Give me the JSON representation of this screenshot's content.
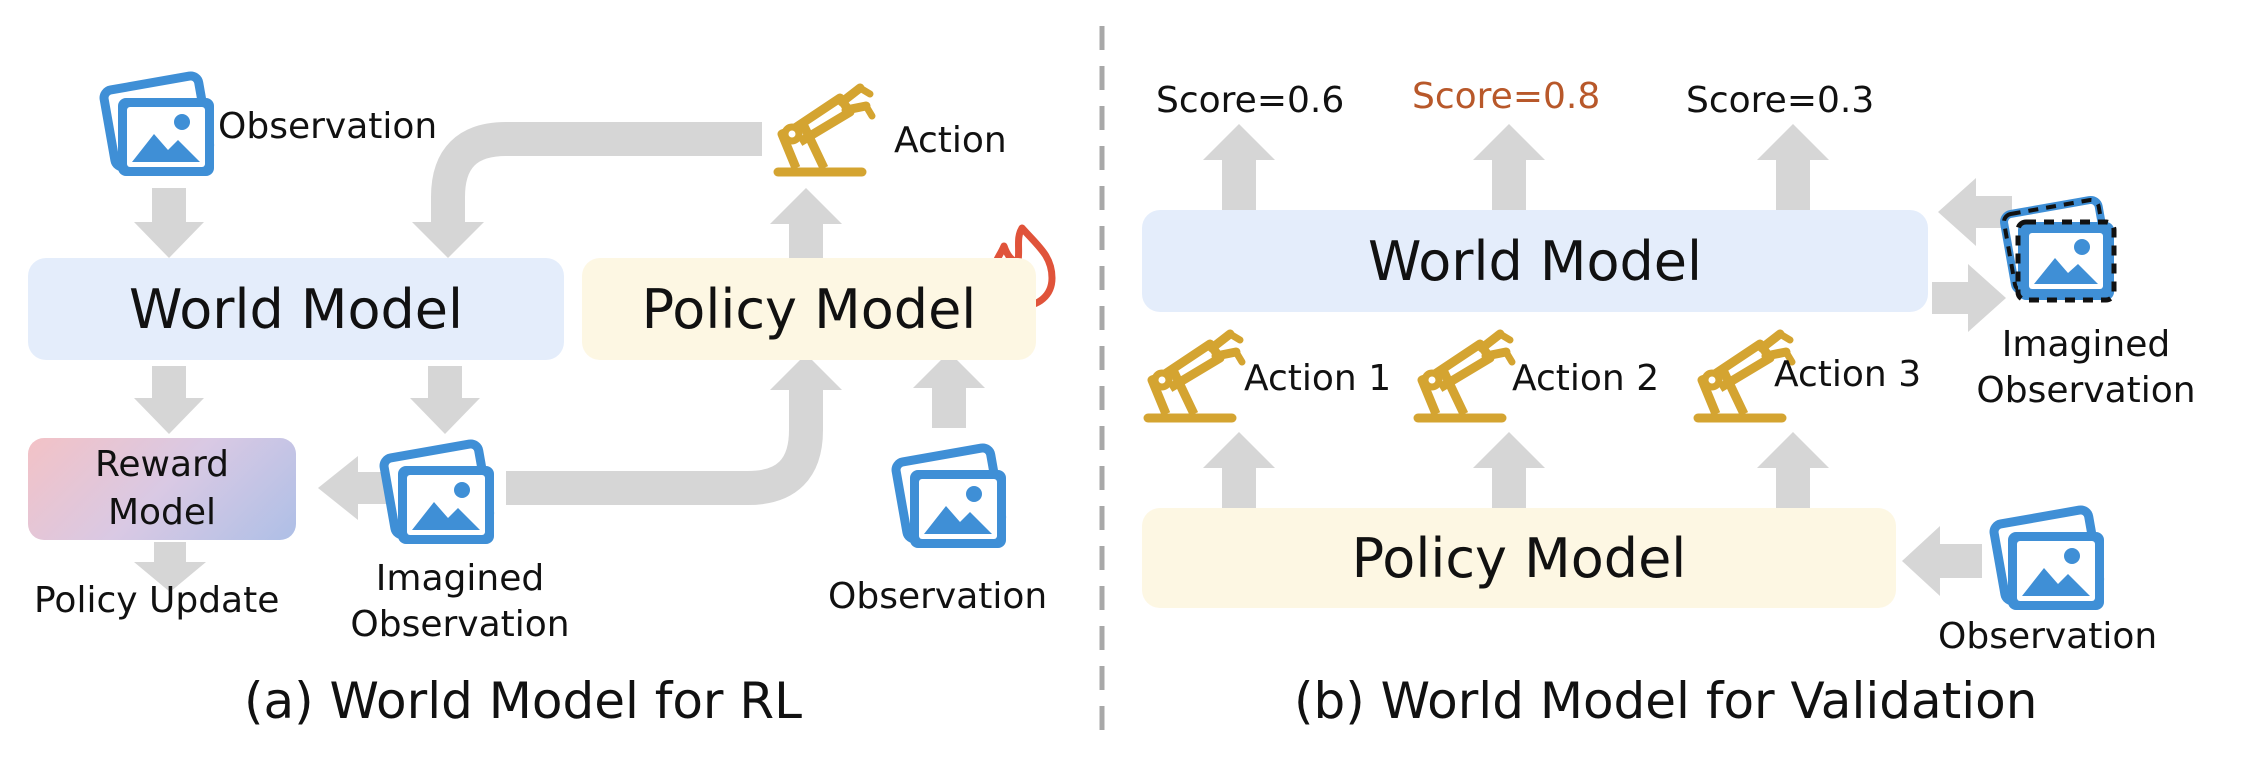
{
  "panel_a": {
    "caption": "(a) World Model for RL",
    "world_model": "World Model",
    "policy_model": "Policy Model",
    "reward_model_line1": "Reward",
    "reward_model_line2": "Model",
    "observation_top": "Observation",
    "action": "Action",
    "policy_update": "Policy Update",
    "imagined_line1": "Imagined",
    "imagined_line2": "Observation",
    "observation_right": "Observation"
  },
  "panel_b": {
    "caption": "(b) World Model for Validation",
    "world_model": "World Model",
    "policy_model": "Policy Model",
    "scores": [
      "Score=0.6",
      "Score=0.8",
      "Score=0.3"
    ],
    "actions": [
      "Action 1",
      "Action 2",
      "Action 3"
    ],
    "imagined_line1": "Imagined",
    "imagined_line2": "Observation",
    "observation": "Observation"
  },
  "colors": {
    "arrow": "#d6d6d6",
    "image_icon": "#3f8fd6",
    "robot_arm": "#d4a431",
    "flame": "#e0533a",
    "highlight_score": "#b8582a",
    "world_model_fill": "#e4edfb",
    "policy_model_fill": "#fdf7e3",
    "divider": "#a8a8a8"
  }
}
